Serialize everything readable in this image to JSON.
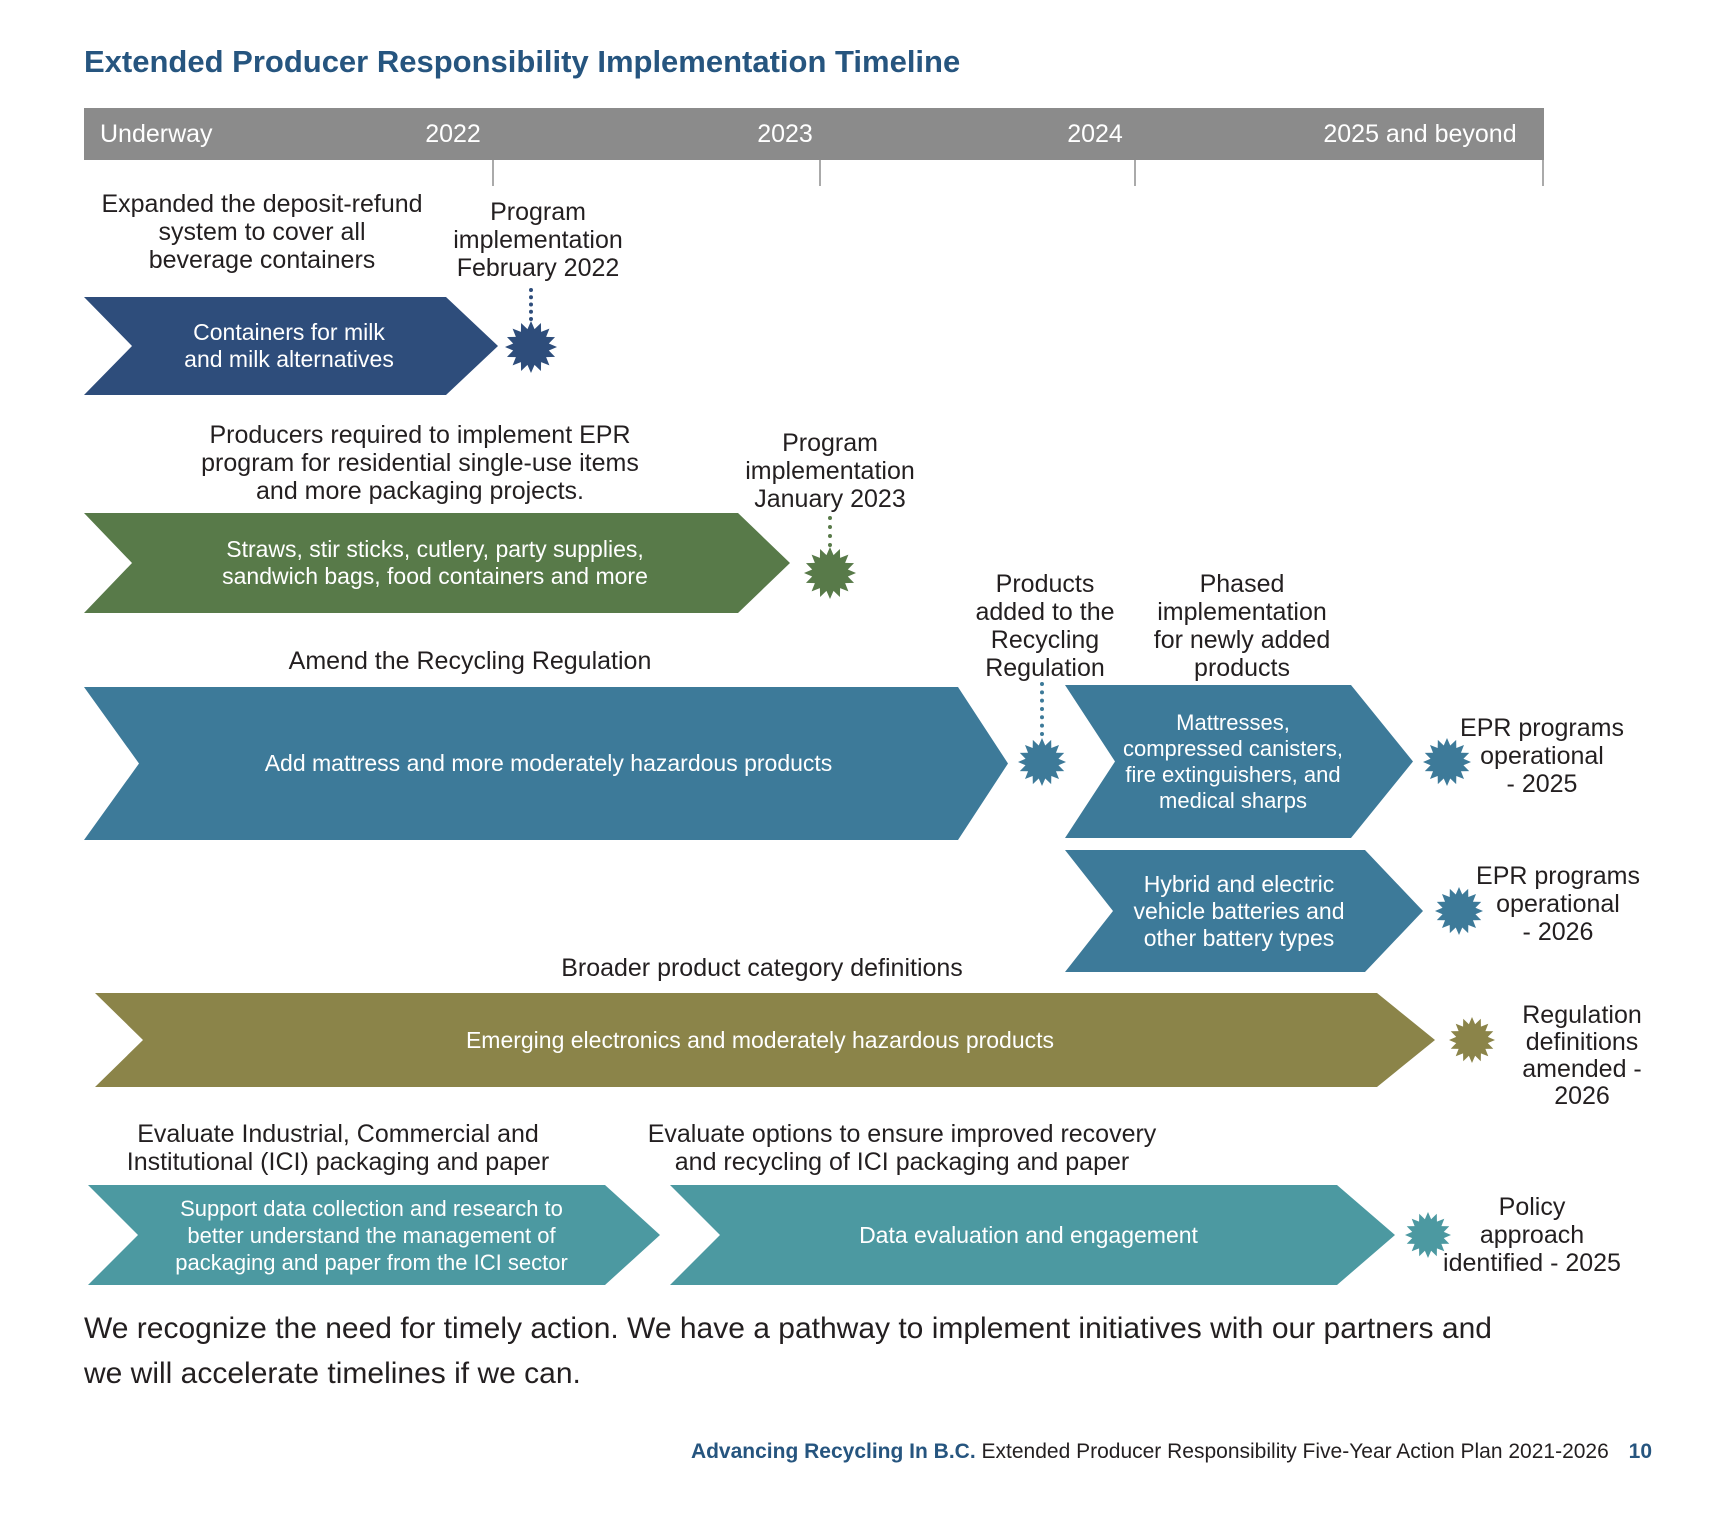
{
  "title": "Extended Producer Responsibility Implementation Timeline",
  "colors": {
    "navy": "#2e4d7b",
    "green": "#587a49",
    "teal": "#3d7a99",
    "olive": "#8b8449",
    "teal_light": "#4c99a1",
    "header_gray": "#8b8b8b",
    "heading_blue": "#26557f",
    "text_dark": "#231f20"
  },
  "header": {
    "periods": [
      "Underway",
      "2022",
      "2023",
      "2024",
      "2025 and beyond"
    ]
  },
  "rows": {
    "deposit_refund": {
      "label": "Expanded the deposit-refund\nsystem to cover all\nbeverage containers",
      "milestone": "Program\nimplementation\nFebruary 2022",
      "arrow": "Containers for milk\nand milk alternatives"
    },
    "single_use": {
      "label": "Producers required to implement EPR\nprogram for residential single-use items\nand more packaging projects.",
      "milestone": "Program\nimplementation\nJanuary 2023",
      "arrow": "Straws, stir sticks, cutlery, party supplies,\nsandwich bags, food containers and more"
    },
    "recycling_regulation": {
      "label": "Amend the Recycling Regulation",
      "arrow": "Add mattress and more moderately hazardous products",
      "milestone": "Products\nadded to the\nRecycling\nRegulation"
    },
    "phased": {
      "label": "Phased\nimplementation\nfor newly added\nproducts",
      "arrow": "Mattresses,\ncompressed canisters,\nfire extinguishers, and\nmedical sharps",
      "milestone": "EPR programs\noperational\n- 2025"
    },
    "batteries": {
      "arrow": "Hybrid and electric\nvehicle batteries and\nother battery types",
      "milestone": "EPR programs\noperational\n- 2026"
    },
    "broader": {
      "label": "Broader product category definitions",
      "arrow": "Emerging electronics and moderately hazardous products",
      "milestone": "Regulation\ndefinitions\namended - 2026"
    },
    "ici": {
      "label_left": "Evaluate Industrial, Commercial and\nInstitutional (ICI) packaging and paper",
      "label_right": "Evaluate options to ensure improved recovery\nand recycling of ICI packaging and paper",
      "arrow_left": "Support data collection and research to\nbetter understand the management of\npackaging and paper from the ICI sector",
      "arrow_right": "Data evaluation and engagement",
      "milestone": "Policy\napproach\nidentified - 2025"
    }
  },
  "closing": "We recognize the need for timely action. We have a pathway to implement initiatives with our partners and we will accelerate timelines if we can.",
  "footer": {
    "brand": "Advancing Recycling In B.C.",
    "title": "Extended Producer Responsibility Five-Year Action Plan 2021-2026",
    "page": "10"
  }
}
